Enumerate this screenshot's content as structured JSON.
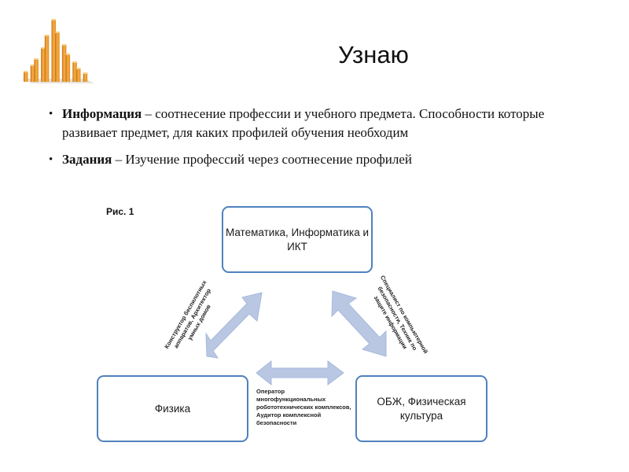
{
  "title": "Узнаю",
  "bullets": [
    {
      "term": "Информация",
      "text": " – соотнесение профессии и учебного предмета. Способности которые развивает предмет, для каких профилей обучения необходим"
    },
    {
      "term": "Задания",
      "text": " – Изучение профессий через соотнесение профилей"
    }
  ],
  "figure": {
    "caption": "Рис. 1",
    "nodes": {
      "math": "Математика, Информатика и ИКТ",
      "physics": "Физика",
      "obzh": "ОБЖ, Физическая культура"
    },
    "edges": {
      "math_physics": "Конструктор беспилотных аппаратов, Архитектор умных домов",
      "math_obzh": "Специалист по компьютерной безопасности, Техник по защите информации",
      "physics_obzh": "Оператор многофункциональных робототехнических комплексов, Аудитор комплексной безопасности"
    }
  },
  "colors": {
    "box_border": "#4f81bd",
    "arrow_fill": "#b9c7e3",
    "logo_bar": "#f2a23a"
  },
  "icons": {
    "logo": "bar-chart-logo-icon",
    "arrows": "double-arrow-icon"
  }
}
